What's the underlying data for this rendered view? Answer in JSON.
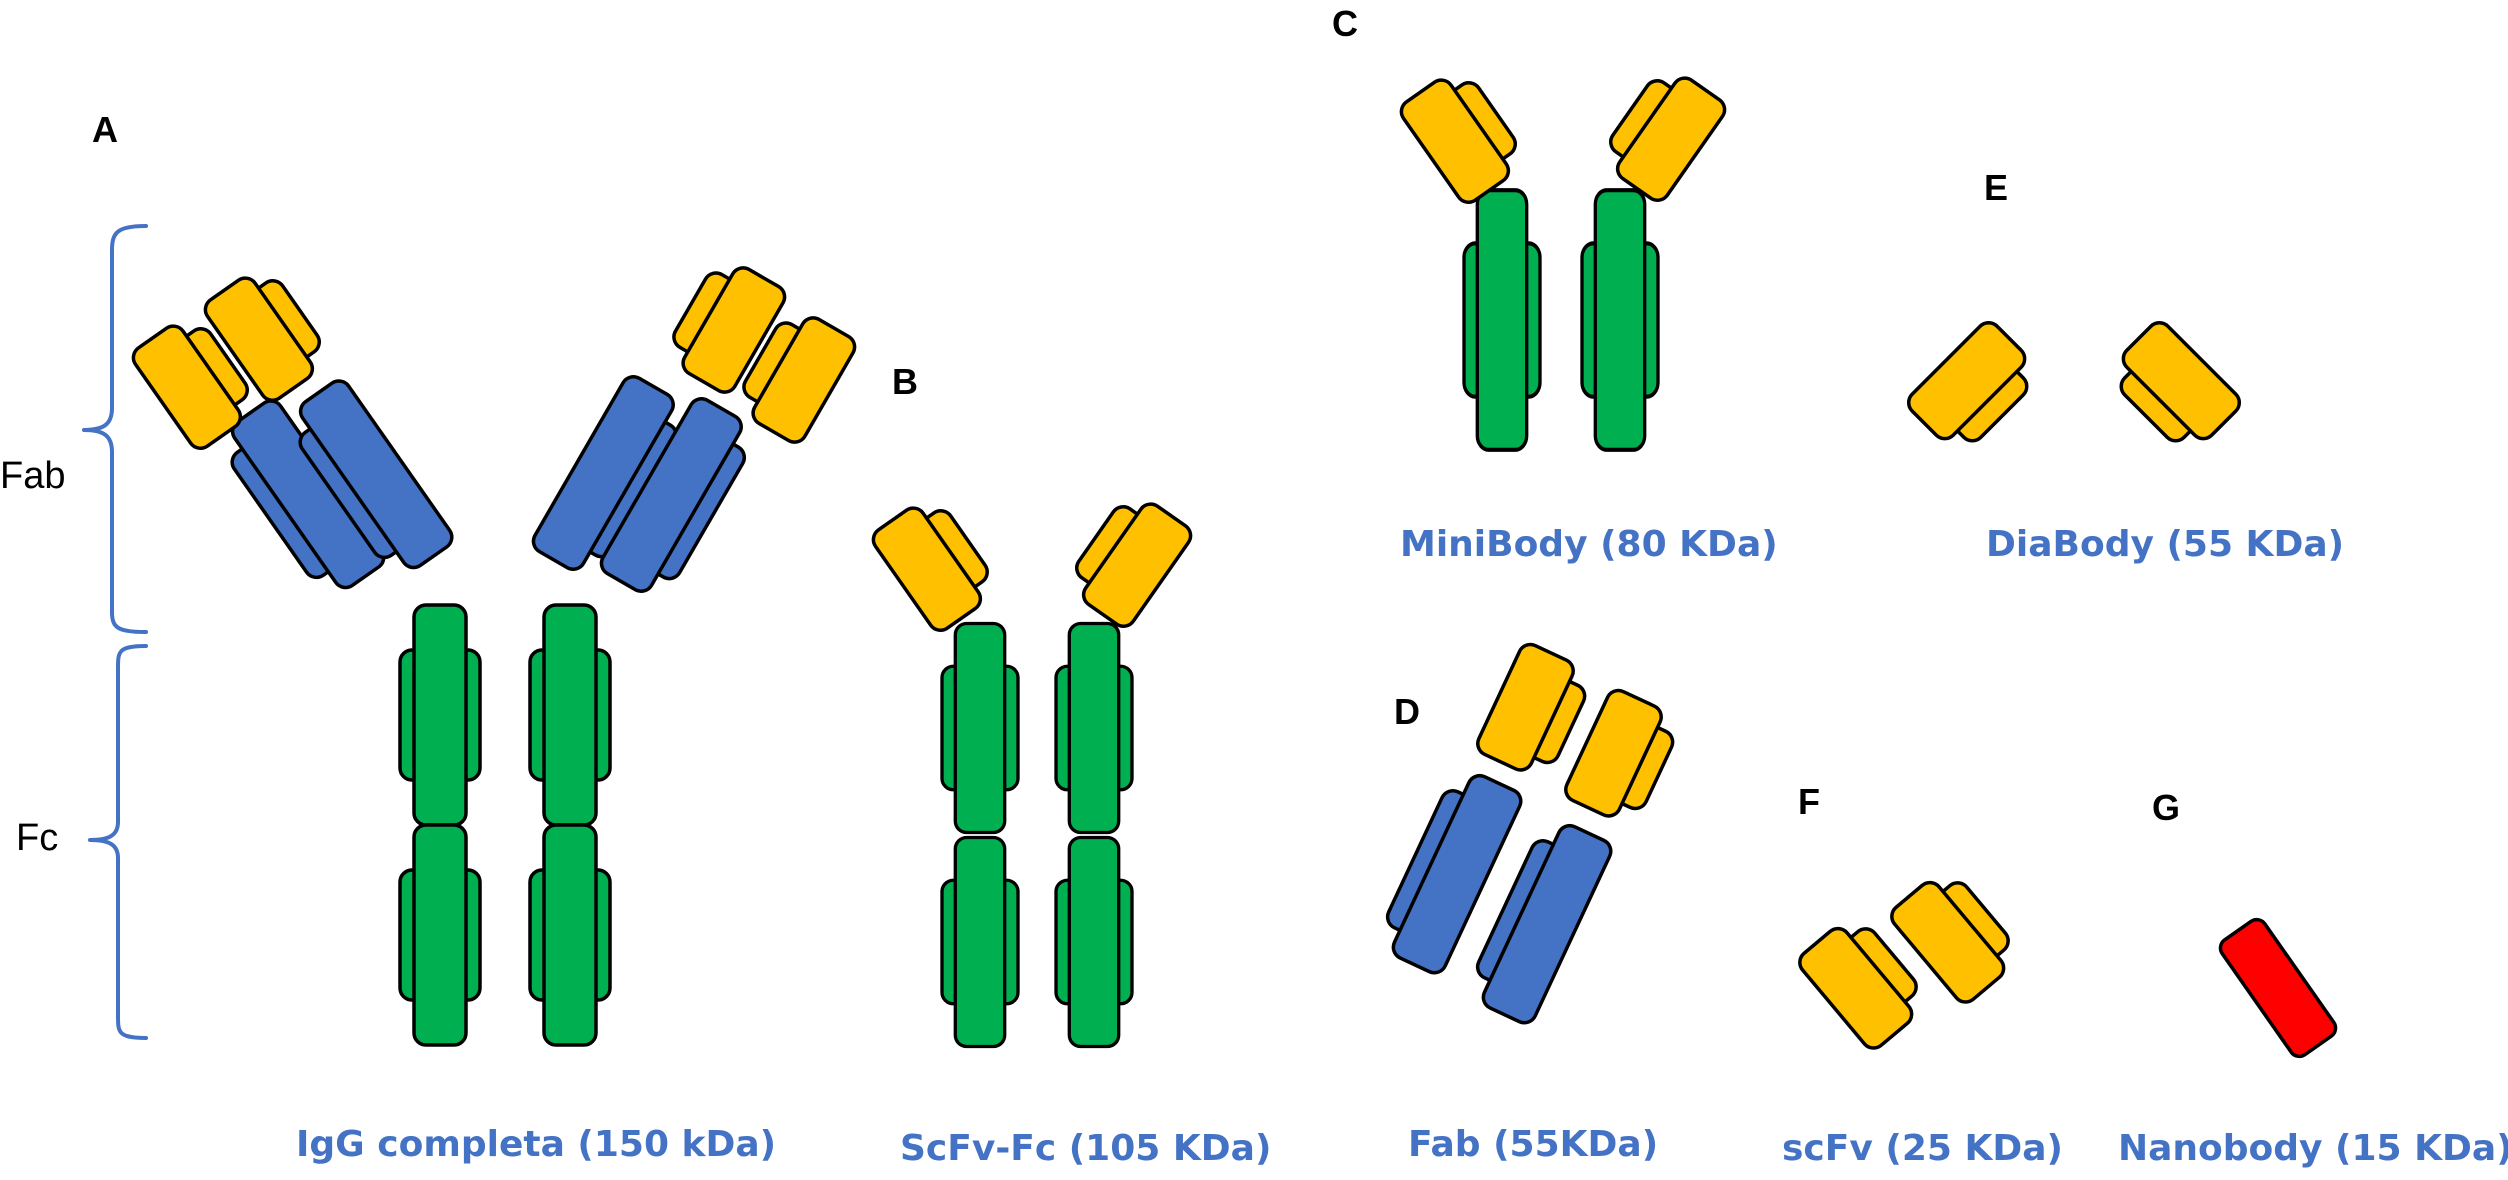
{
  "colors": {
    "variable_domain": "#ffc000",
    "constant_domain": "#4472c4",
    "fc_domain": "#00b050",
    "nanobody_domain": "#ff0000",
    "caption_text": "#4472c4",
    "bracket": "#4472c4",
    "outline": "#000000"
  },
  "regions": {
    "fab_label": "Fab",
    "fc_label": "Fc"
  },
  "panels": {
    "a": {
      "letter": "A",
      "caption": "IgG completa (150 kDa)"
    },
    "b": {
      "letter": "B",
      "caption": "ScFv-Fc (105 KDa)"
    },
    "c": {
      "letter": "C",
      "caption": "MiniBody (80 KDa)"
    },
    "d": {
      "letter": "D",
      "caption": "Fab (55KDa)"
    },
    "e": {
      "letter": "E",
      "caption": "DiaBody (55 KDa)"
    },
    "f": {
      "letter": "F",
      "caption": "scFv (25 KDa)"
    },
    "g": {
      "letter": "G",
      "caption": "Nanobody (15 KDa)"
    }
  }
}
